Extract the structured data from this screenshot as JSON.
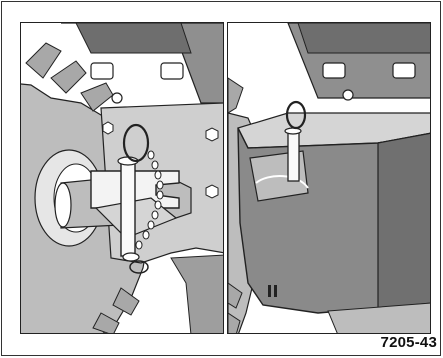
{
  "figure": {
    "reference_code": "7205-43",
    "panels": [
      {
        "id": "left",
        "content_icon": "drawbar-pin-with-chain-icon"
      },
      {
        "id": "right",
        "content_icon": "front-ballast-weight-icon"
      }
    ]
  }
}
